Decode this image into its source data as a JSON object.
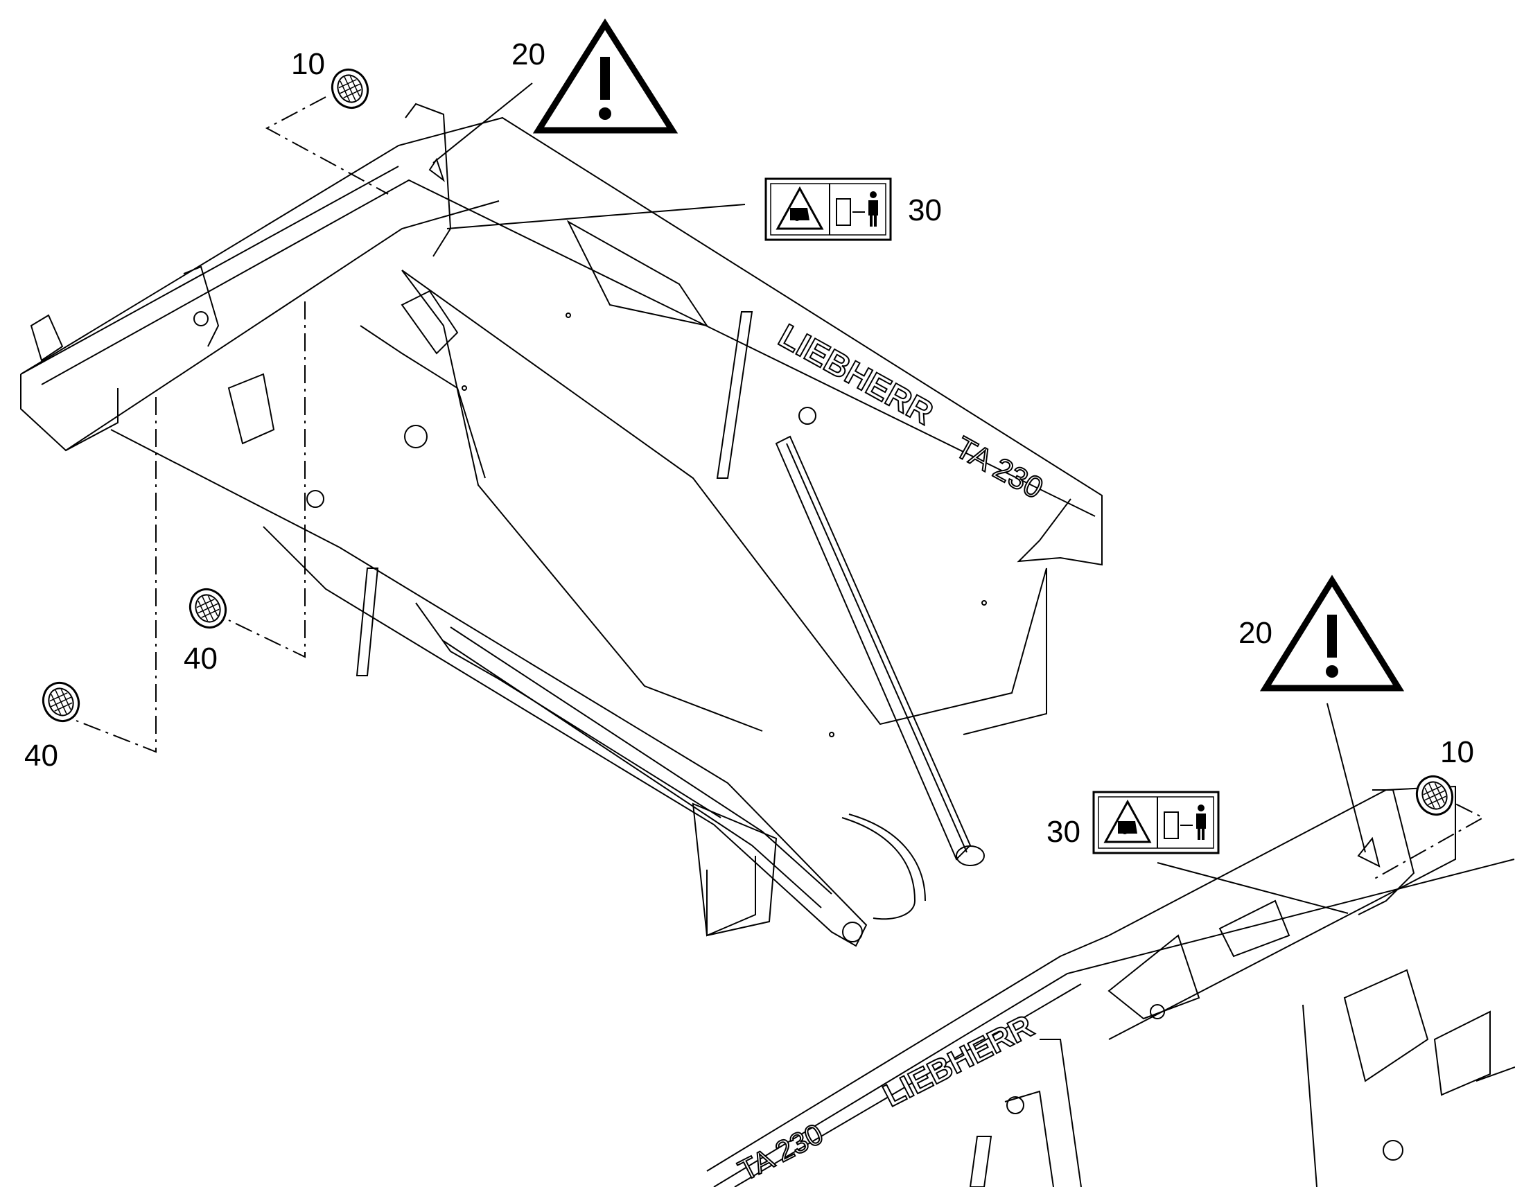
{
  "callouts": {
    "label_10_top": "10",
    "label_20_top": "20",
    "label_30_top": "30",
    "label_40_mid": "40",
    "label_40_low": "40",
    "label_20_right": "20",
    "label_10_right": "10",
    "label_30_right": "30"
  },
  "frame_markings": {
    "brand_main": "LIEBHERR",
    "model_main": "TA 230",
    "brand_detail": "LIEBHERR",
    "model_detail": "TA 230"
  },
  "icons": [
    "warning-triangle-icon",
    "crush-hazard-icon",
    "safety-distance-icon",
    "vent-grille-icon"
  ],
  "colors": {
    "line": "#000000",
    "fill": "#ffffff",
    "panel": "#f2f2f2"
  }
}
